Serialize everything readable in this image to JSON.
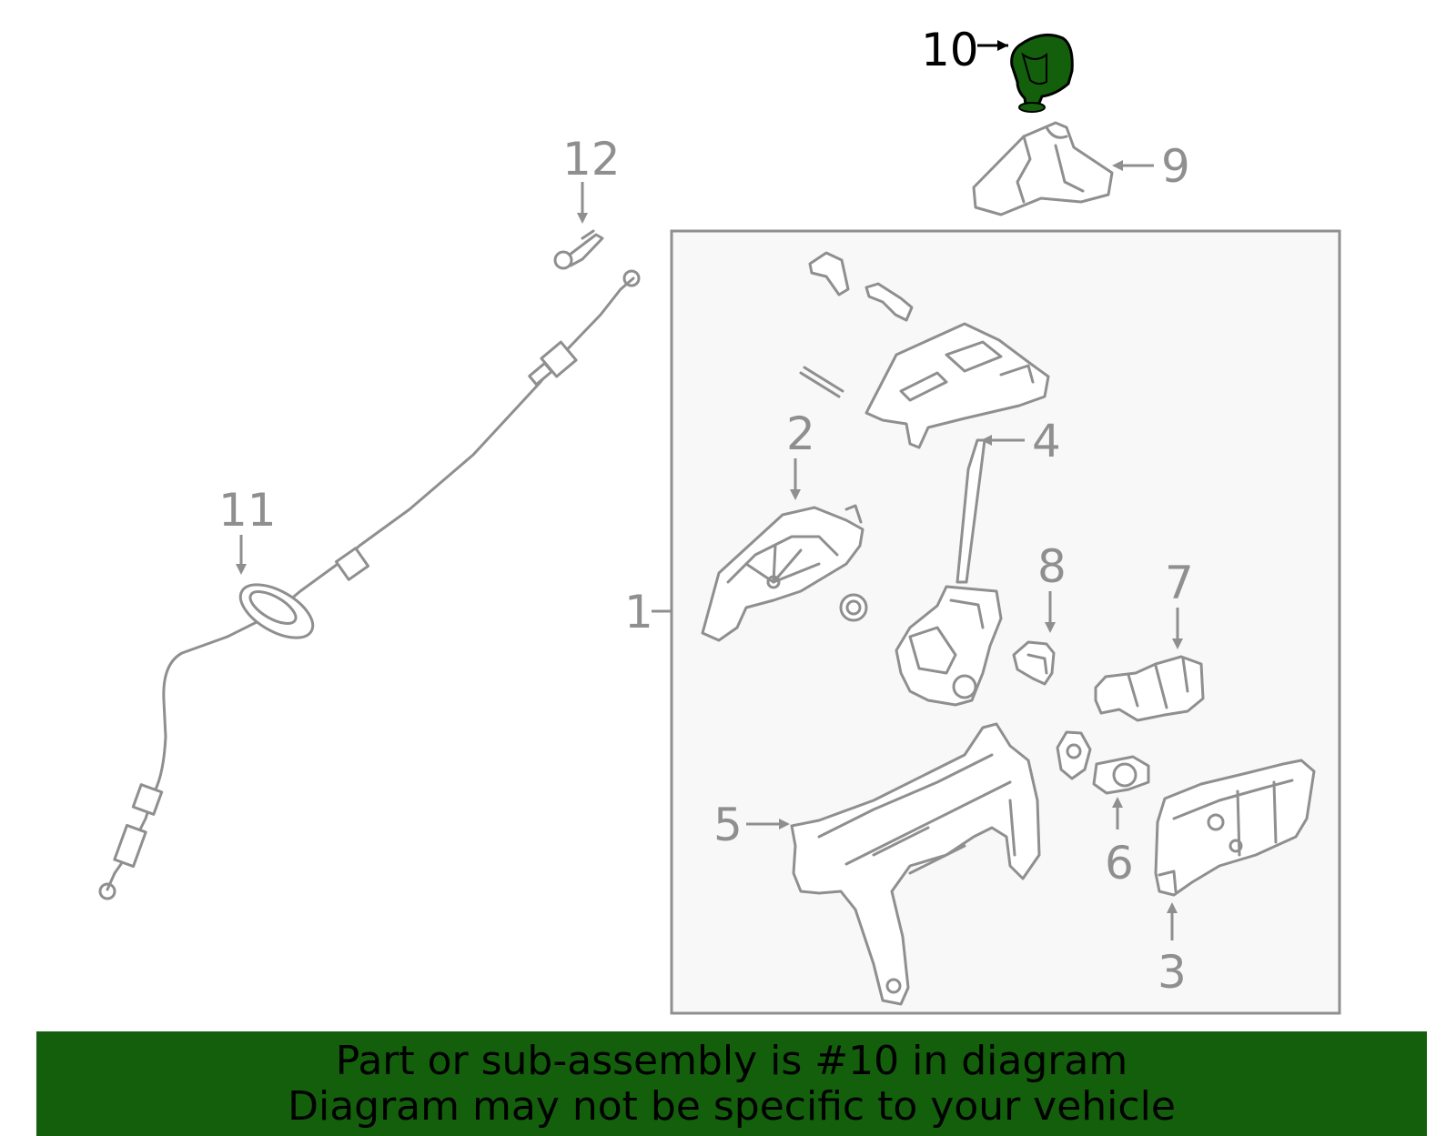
{
  "callouts": {
    "c1": "1",
    "c2": "2",
    "c3": "3",
    "c4": "4",
    "c5": "5",
    "c6": "6",
    "c7": "7",
    "c8": "8",
    "c9": "9",
    "c10": "10",
    "c11": "11",
    "c12": "12"
  },
  "highlight": {
    "part": "10",
    "color": "#135f0c"
  },
  "banner": {
    "line1": "Part or sub-assembly is #10 in diagram",
    "line2": "Diagram may not be specific to your vehicle",
    "background": "#135f0c"
  },
  "colors": {
    "line": "#8f8f8f",
    "assembly_box_fill": "#f8f8f8"
  }
}
